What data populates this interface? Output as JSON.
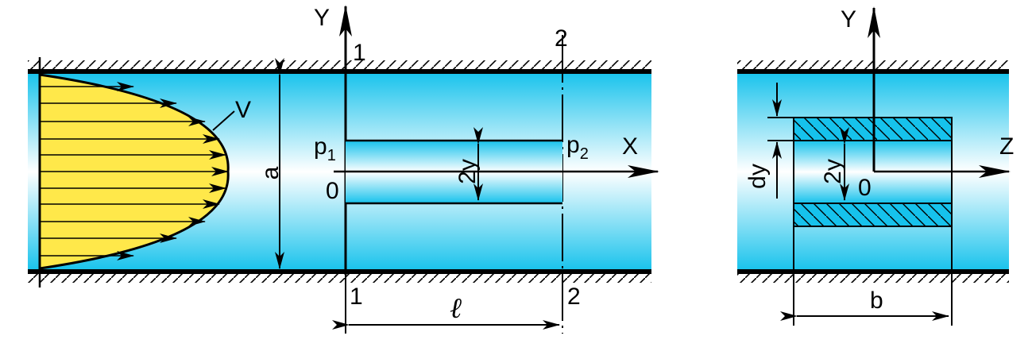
{
  "labels": {
    "axis_y_left": "Y",
    "axis_x": "X",
    "axis_y_right": "Y",
    "axis_z": "Z",
    "section1_top": "1",
    "section2_top": "2",
    "section1_bottom": "1",
    "section2_bottom": "2",
    "velocity": "V",
    "channel_height": "a",
    "gap_2y_side": "2y",
    "gap_2y_cross": "2y",
    "origin_side": "0",
    "origin_cross": "0",
    "pressure1": "p",
    "pressure1_sub": "1",
    "pressure2": "p",
    "pressure2_sub": "2",
    "length": "ℓ",
    "layer_dy": "dy",
    "width_b": "b"
  },
  "colors": {
    "fluid_edge": "#16c2ec",
    "fluid_center": "#ffffff",
    "profile_fill": "#ffe84a",
    "line": "#000000"
  }
}
